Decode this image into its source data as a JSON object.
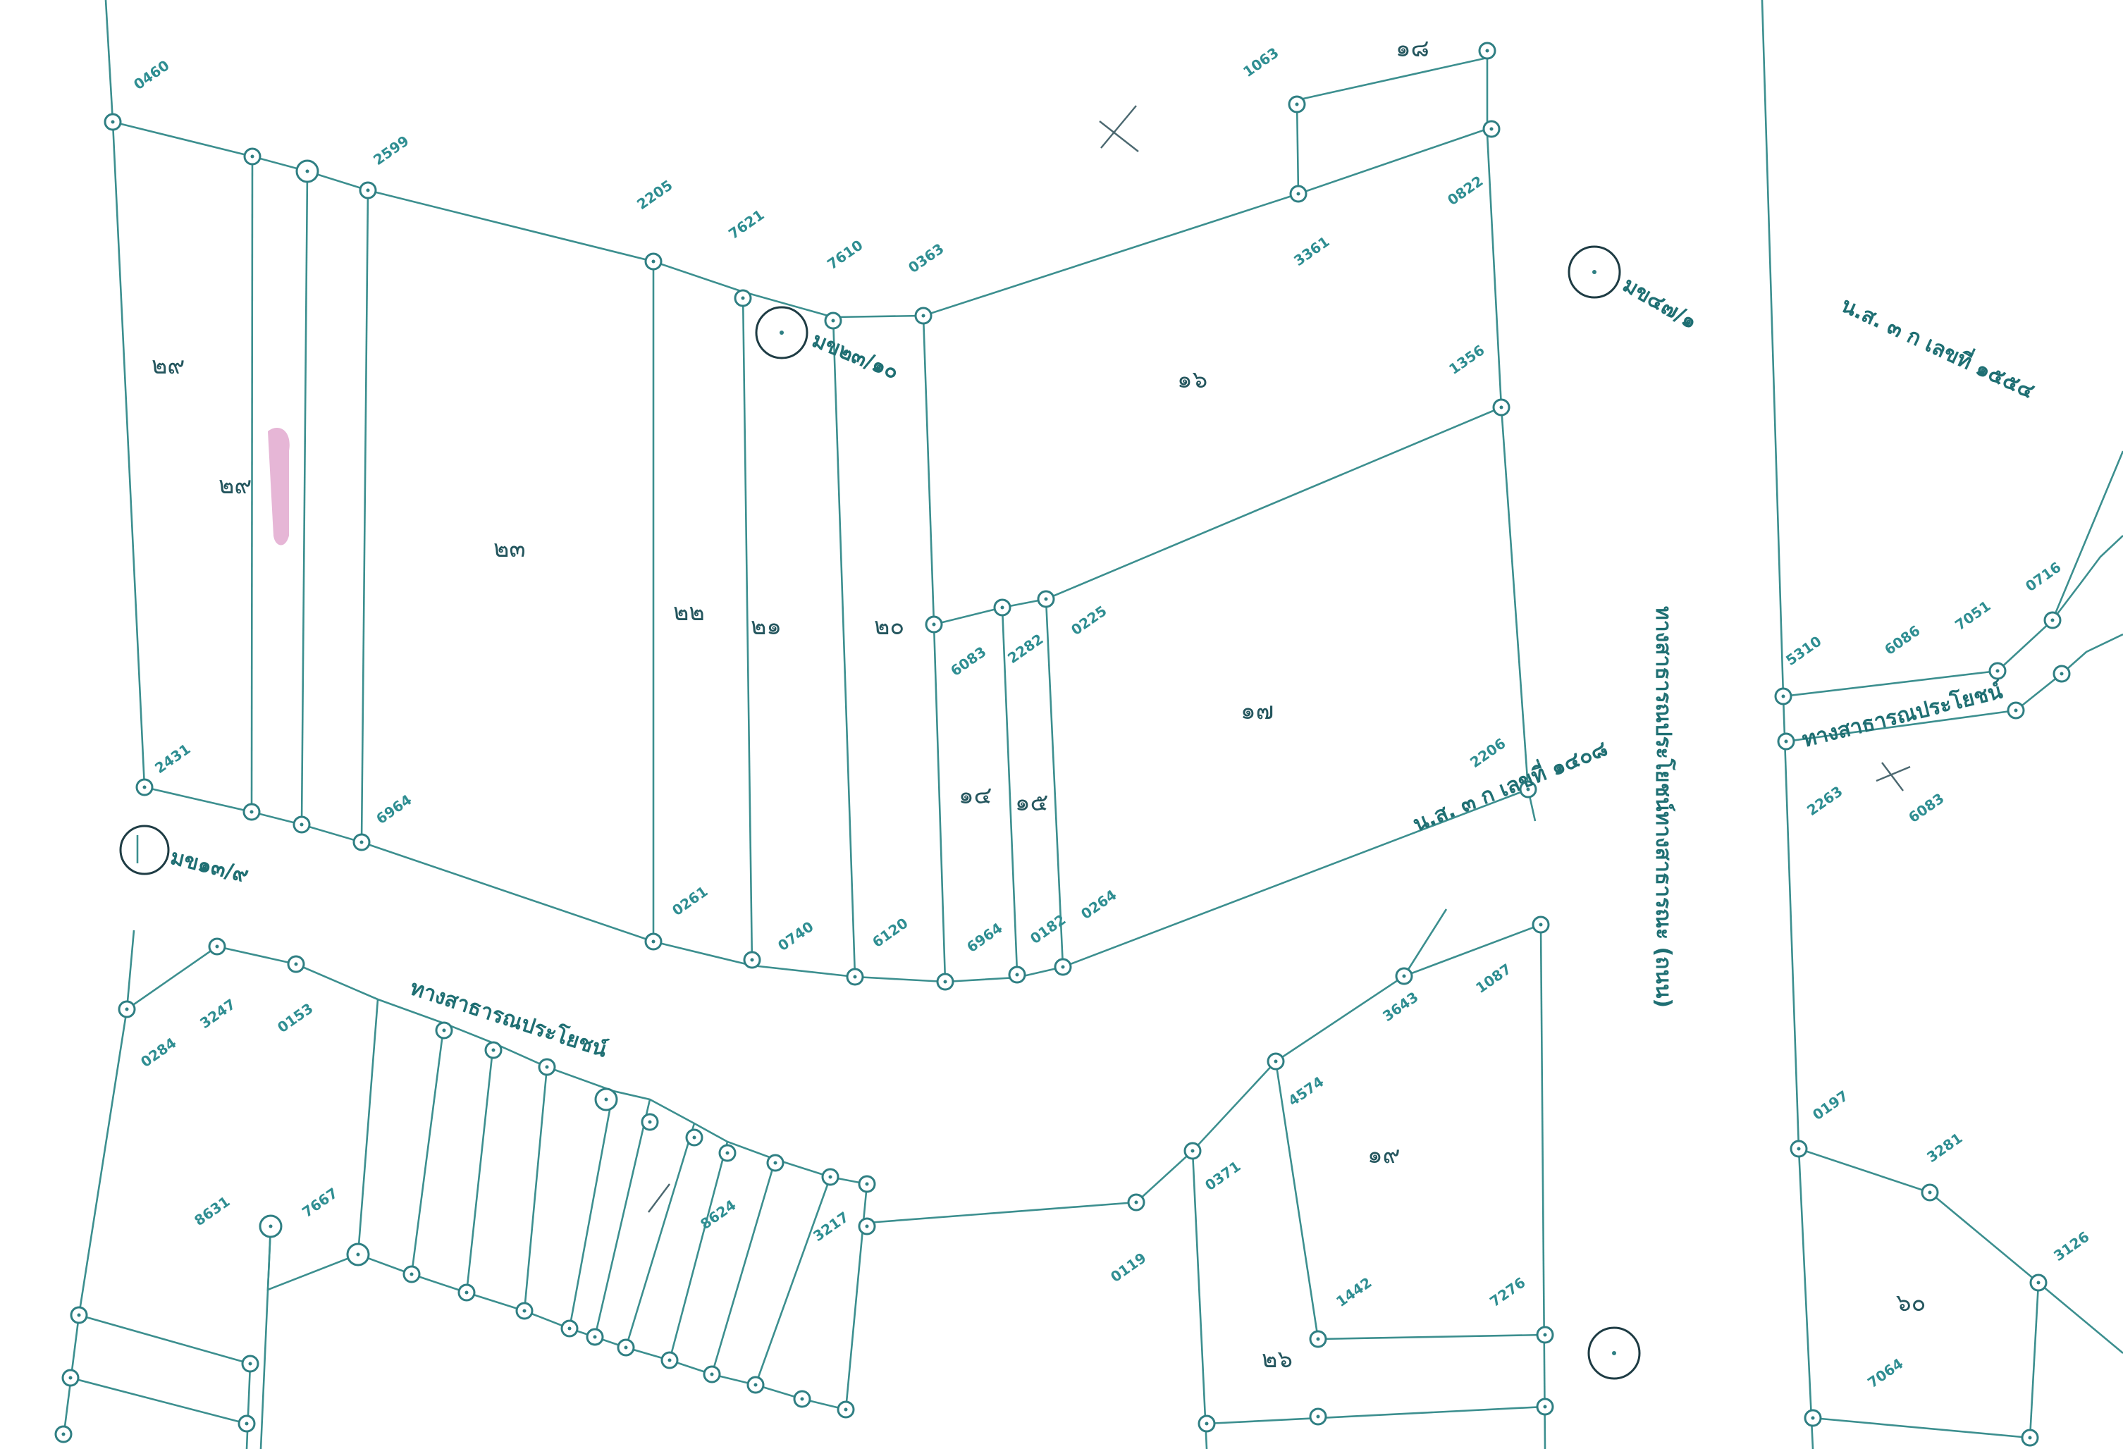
{
  "map": {
    "road_label": "ทางสาธารณประโยชน์ทางสาธารณะ (ถนน)",
    "parcel_numbers": [
      "๒๙",
      "๒๓",
      "๒๒",
      "๒๑",
      "๒๐",
      "๑๖",
      "๑๗",
      "๑๔",
      "๑๕",
      "๑๙",
      "๑๘",
      "๒๖",
      "๖๐"
    ],
    "ns3k_labels": [
      "น.ส. ๓ ก เลขที่ ๑๕๕๔",
      "น.ส. ๓ ก เลขที่ ๑๔๐๘"
    ],
    "public_way_labels": [
      "ทางสาธารณประโยชน์",
      "ทางสาธารณประโยชน์"
    ],
    "benchmark_labels": [
      "มข๒๓/๑๐",
      "มข๑๓/๙",
      "มข๔๗/๑"
    ],
    "station_codes": [
      "0460",
      "2599",
      "2205",
      "7621",
      "7610",
      "0363",
      "1063",
      "0822",
      "3361",
      "1356",
      "0225",
      "2282",
      "6083",
      "2431",
      "6964",
      "0261",
      "0740",
      "6120",
      "6964",
      "0182",
      "0264",
      "2206",
      "1087",
      "3643",
      "4574",
      "0371",
      "0119",
      "1442",
      "7276",
      "0284",
      "3247",
      "0153",
      "7667",
      "8624",
      "3217",
      "8631",
      "5310",
      "6086",
      "7051",
      "0716",
      "2263",
      "6083",
      "0197",
      "3281",
      "3126",
      "7064"
    ],
    "colors": {
      "line": "#3c8f8f",
      "text": "#2f8e92",
      "pink_mark": "#d98fc0"
    }
  }
}
